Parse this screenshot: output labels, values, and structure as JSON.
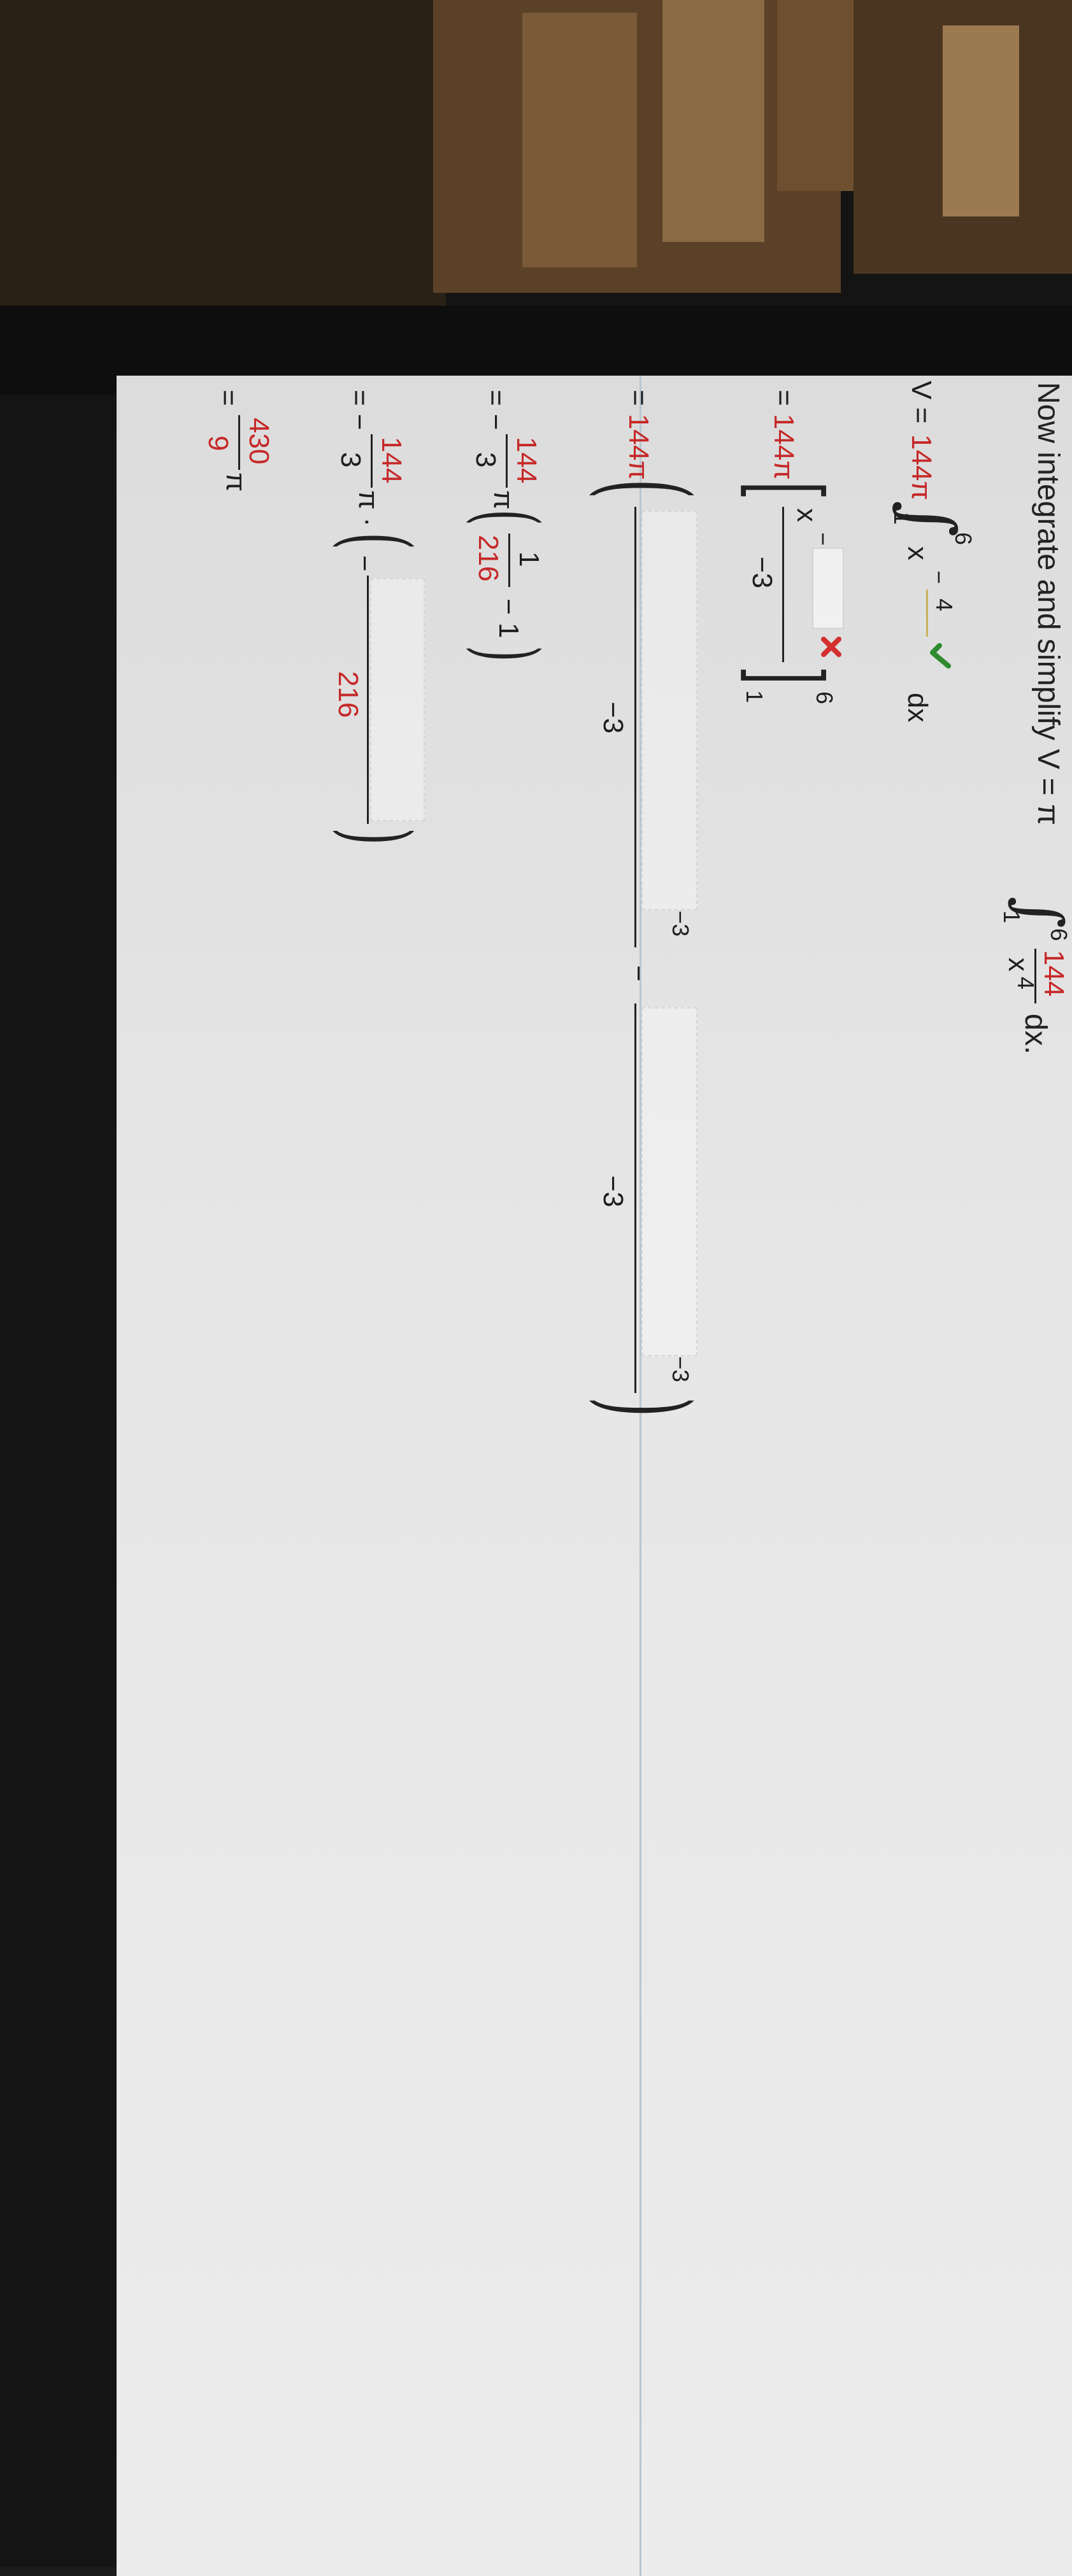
{
  "instruction": {
    "text": "Now integrate and simplify V = π",
    "lower": "1",
    "upper": "6",
    "numerator": "144",
    "denominator_base": "x",
    "denominator_exp": "4",
    "dx": "dx."
  },
  "step1": {
    "lhs": "V =",
    "coef": "144π",
    "lower": "1",
    "upper": "6",
    "base": "x",
    "exp_sign": "−",
    "exp_value": "4",
    "answer_status": "correct",
    "dx": "dx"
  },
  "step2": {
    "eq": "=",
    "coef": "144π",
    "base": "x",
    "exp_sign": "−",
    "exp_value": "",
    "answer_status": "incorrect",
    "denominator": "−3",
    "upper": "6",
    "lower": "1"
  },
  "step3": {
    "eq": "=",
    "coef": "144π",
    "term1_exp": "−3",
    "term1_den": "−3",
    "minus": "−",
    "term2_exp": "−3",
    "term2_den": "−3"
  },
  "step4": {
    "eq": "= −",
    "frac_num": "144",
    "frac_den": "3",
    "pi": "π",
    "inner_num": "1",
    "inner_den": "216",
    "minus_one": "− 1"
  },
  "step5": {
    "eq": "= −",
    "frac_num": "144",
    "frac_den": "3",
    "pi_dot": "π ·",
    "open_sign": "−",
    "den": "216"
  },
  "step6": {
    "eq": "=",
    "num": "430",
    "den": "9",
    "pi": "π"
  },
  "colors": {
    "highlight": "#c62828",
    "check": "#2e8b2e",
    "cross": "#d32f2f"
  },
  "icons": [
    "check-icon",
    "cross-icon"
  ]
}
